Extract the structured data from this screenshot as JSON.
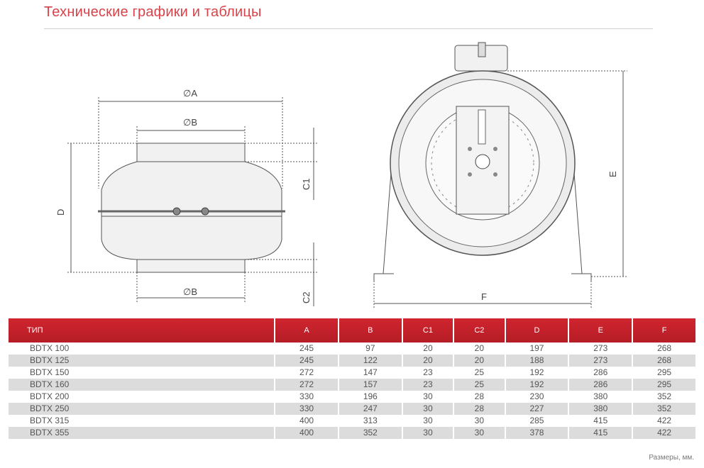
{
  "title": "Технические графики и таблицы",
  "labels": {
    "dia_a": "∅A",
    "dia_b_top": "∅B",
    "dia_b_bottom": "∅B",
    "c1": "C1",
    "c2": "C2",
    "d": "D",
    "e": "E",
    "f": "F"
  },
  "table": {
    "headers": [
      "ТИП",
      "A",
      "B",
      "C1",
      "C2",
      "D",
      "E",
      "F"
    ],
    "rows": [
      [
        "BDTX 100",
        "245",
        "97",
        "20",
        "20",
        "197",
        "273",
        "268"
      ],
      [
        "BDTX 125",
        "245",
        "122",
        "20",
        "20",
        "188",
        "273",
        "268"
      ],
      [
        "BDTX 150",
        "272",
        "147",
        "23",
        "25",
        "192",
        "286",
        "295"
      ],
      [
        "BDTX 160",
        "272",
        "157",
        "23",
        "25",
        "192",
        "286",
        "295"
      ],
      [
        "BDTX 200",
        "330",
        "196",
        "30",
        "28",
        "230",
        "380",
        "352"
      ],
      [
        "BDTX 250",
        "330",
        "247",
        "30",
        "28",
        "227",
        "380",
        "352"
      ],
      [
        "BDTX 315",
        "400",
        "313",
        "30",
        "30",
        "285",
        "415",
        "422"
      ],
      [
        "BDTX 355",
        "400",
        "352",
        "30",
        "30",
        "378",
        "415",
        "422"
      ]
    ]
  },
  "footnote": "Размеры, мм."
}
